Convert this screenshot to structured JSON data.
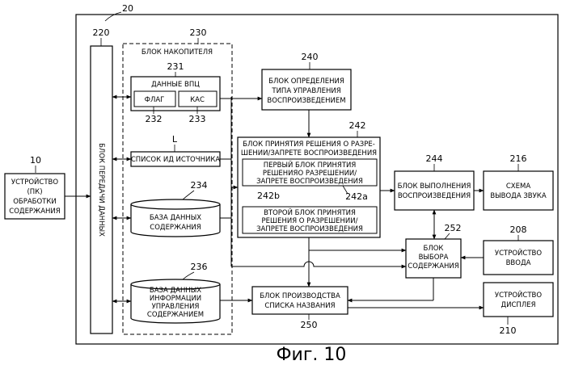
{
  "refs": {
    "r20": "20",
    "r10": "10",
    "r220": "220",
    "r230": "230",
    "r231": "231",
    "r232": "232",
    "r233": "233",
    "rL": "L",
    "r234": "234",
    "r236": "236",
    "r240": "240",
    "r242": "242",
    "r242b": "242b",
    "r242a": "242a",
    "r244": "244",
    "r216": "216",
    "r252": "252",
    "r208": "208",
    "r250": "250",
    "r210": "210"
  },
  "device": {
    "l1": "УСТРОЙСТВО",
    "l2": "(ПК)",
    "l3": "ОБРАБОТКИ",
    "l4": "СОДЕРЖАНИЯ"
  },
  "transfer": {
    "label": "БЛОК ПЕРЕДАЧИ ДАННЫХ"
  },
  "storage": {
    "title": "БЛОК НАКОПИТЕЛЯ"
  },
  "vpc": {
    "title": "ДАННЫЕ ВПЦ",
    "flag": "ФЛАГ",
    "kas": "КАС"
  },
  "source_list": {
    "label": "СПИСОК ИД ИСТОЧНИКА"
  },
  "content_db": {
    "l1": "БАЗА ДАННЫХ",
    "l2": "СОДЕРЖАНИЯ"
  },
  "info_db": {
    "l1": "БАЗА ДАННЫХ",
    "l2": "ИНФОРМАЦИИ",
    "l3": "УПРАВЛЕНИЯ",
    "l4": "СОДЕРЖАНИЕМ"
  },
  "type_block": {
    "l1": "БЛОК ОПРЕДЕЛЕНИЯ",
    "l2": "ТИПА УПРАВЛЕНИЯ",
    "l3": "ВОСПРОИЗВЕДЕНИЕМ"
  },
  "decision": {
    "l1": "БЛОК ПРИНЯТИЯ РЕШЕНИЯ О РАЗРЕ-",
    "l2": "ШЕНИИ/ЗАПРЕТЕ ВОСПРОИЗВЕДЕНИЯ",
    "first_l1": "ПЕРВЫЙ БЛОК ПРИНЯТИЯ",
    "first_l2": "РЕШЕНИЯО РАЗРЕШЕНИИ/",
    "first_l3": "ЗАПРЕТЕ ВОСПРОИЗВЕДЕНИЯ",
    "second_l1": "ВТОРОЙ БЛОК ПРИНЯТИЯ",
    "second_l2": "РЕШЕНИЯ О РАЗРЕШЕНИИ/",
    "second_l3": "ЗАПРЕТЕ ВОСПРОИЗВЕДЕНИЯ"
  },
  "exec": {
    "l1": "БЛОК ВЫПОЛНЕНИЯ",
    "l2": "ВОСПРОИЗВЕДЕНИЯ"
  },
  "sound": {
    "l1": "СХЕМА",
    "l2": "ВЫВОДА ЗВУКА"
  },
  "select": {
    "l1": "БЛОК",
    "l2": "ВЫБОРА",
    "l3": "СОДЕРЖАНИЯ"
  },
  "input": {
    "l1": "УСТРОЙСТВО",
    "l2": "ВВОДА"
  },
  "title_list": {
    "l1": "БЛОК ПРОИЗВОДСТВА",
    "l2": "СПИСКА НАЗВАНИЯ"
  },
  "display": {
    "l1": "УСТРОЙСТВО",
    "l2": "ДИСПЛЕЯ"
  },
  "caption": "Фиг. 10"
}
